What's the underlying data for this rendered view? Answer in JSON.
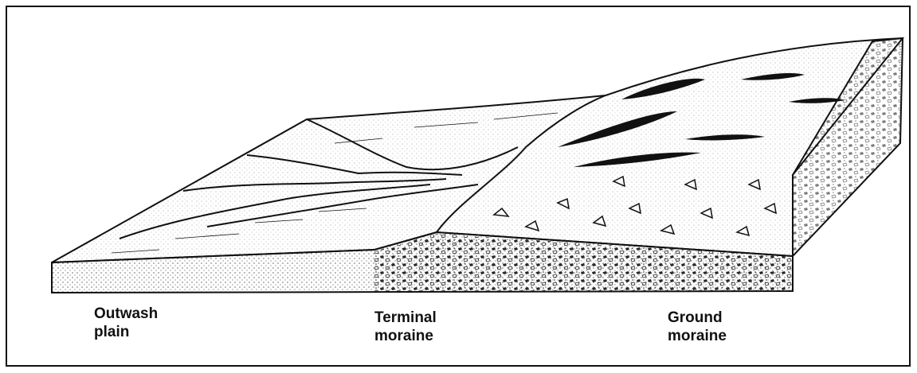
{
  "colors": {
    "ink": "#111111",
    "paper": "#ffffff"
  },
  "labels": {
    "outwash_plain": {
      "line1": "Outwash",
      "line2": "plain"
    },
    "terminal_moraine": {
      "line1": "Terminal",
      "line2": "moraine"
    },
    "ground_moraine": {
      "line1": "Ground",
      "line2": "moraine"
    }
  }
}
